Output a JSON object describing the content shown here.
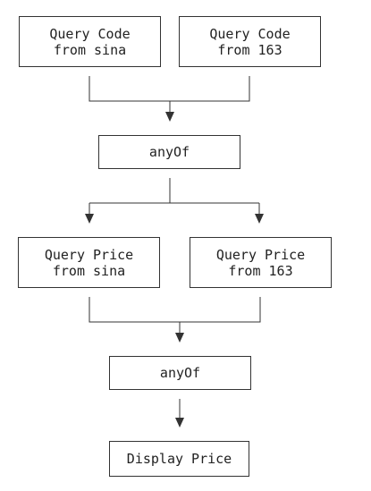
{
  "diagram": {
    "nodes": {
      "query_code_sina": "Query Code\nfrom sina",
      "query_code_163": "Query Code\nfrom 163",
      "any_of_1": "anyOf",
      "query_price_sina": "Query Price\nfrom sina",
      "query_price_163": "Query Price\nfrom 163",
      "any_of_2": "anyOf",
      "display_price": "Display Price"
    },
    "edges": [
      {
        "from": "query_code_sina",
        "to": "any_of_1"
      },
      {
        "from": "query_code_163",
        "to": "any_of_1"
      },
      {
        "from": "any_of_1",
        "to": "query_price_sina"
      },
      {
        "from": "any_of_1",
        "to": "query_price_163"
      },
      {
        "from": "query_price_sina",
        "to": "any_of_2"
      },
      {
        "from": "query_price_163",
        "to": "any_of_2"
      },
      {
        "from": "any_of_2",
        "to": "display_price"
      }
    ],
    "colors": {
      "line": "#333333",
      "text": "#222222",
      "background": "#ffffff"
    }
  }
}
